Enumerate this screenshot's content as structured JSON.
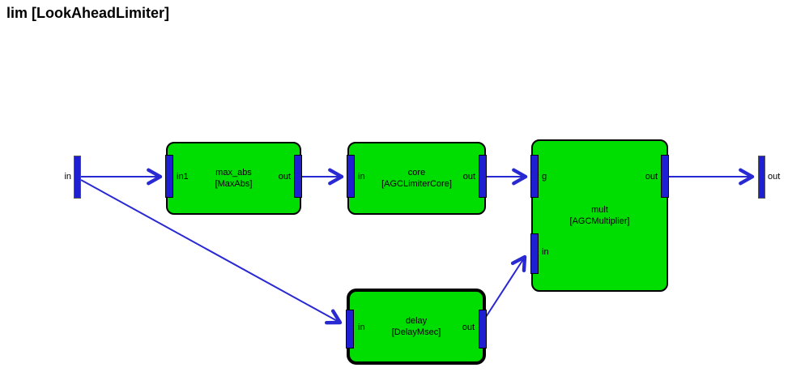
{
  "title": "lim [LookAheadLimiter]",
  "terminals": {
    "input_label": "in",
    "output_label": "out"
  },
  "blocks": [
    {
      "name": "max_abs",
      "type_label": "[MaxAbs]",
      "left_port": "in1",
      "right_port": "out"
    },
    {
      "name": "core",
      "type_label": "[AGCLimiterCore]",
      "left_port": "in",
      "right_port": "out"
    },
    {
      "name": "mult",
      "type_label": "[AGCMultiplier]",
      "g_port": "g",
      "in_port": "in",
      "out_port": "out"
    },
    {
      "name": "delay",
      "type_label": "[DelayMsec]",
      "left_port": "in",
      "right_port": "out"
    }
  ],
  "connections": [
    {
      "from": "in",
      "to": "max_abs.in1"
    },
    {
      "from": "in",
      "to": "delay.in"
    },
    {
      "from": "max_abs.out",
      "to": "core.in"
    },
    {
      "from": "core.out",
      "to": "mult.g"
    },
    {
      "from": "delay.out",
      "to": "mult.in"
    },
    {
      "from": "mult.out",
      "to": "out"
    }
  ],
  "colors": {
    "block_fill": "#00dd00",
    "block_border": "#000000",
    "port_fill": "#1e1ed2",
    "wire": "#2929d4",
    "background": "#ffffff",
    "text": "#000000"
  }
}
